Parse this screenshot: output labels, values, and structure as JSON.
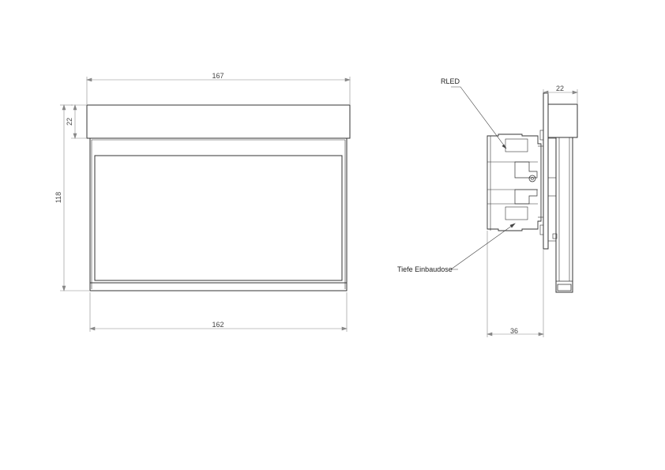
{
  "front_view": {
    "dim_top_width": "167",
    "dim_bottom_width": "162",
    "dim_header_height": "22",
    "dim_total_height": "118"
  },
  "side_view": {
    "dim_header_depth": "22",
    "dim_depth": "36",
    "label_rled": "RLED",
    "label_box": "Tiefe Einbaudose"
  },
  "colors": {
    "line": "#333333",
    "dim_line": "#888888",
    "fine_line": "#555555"
  }
}
